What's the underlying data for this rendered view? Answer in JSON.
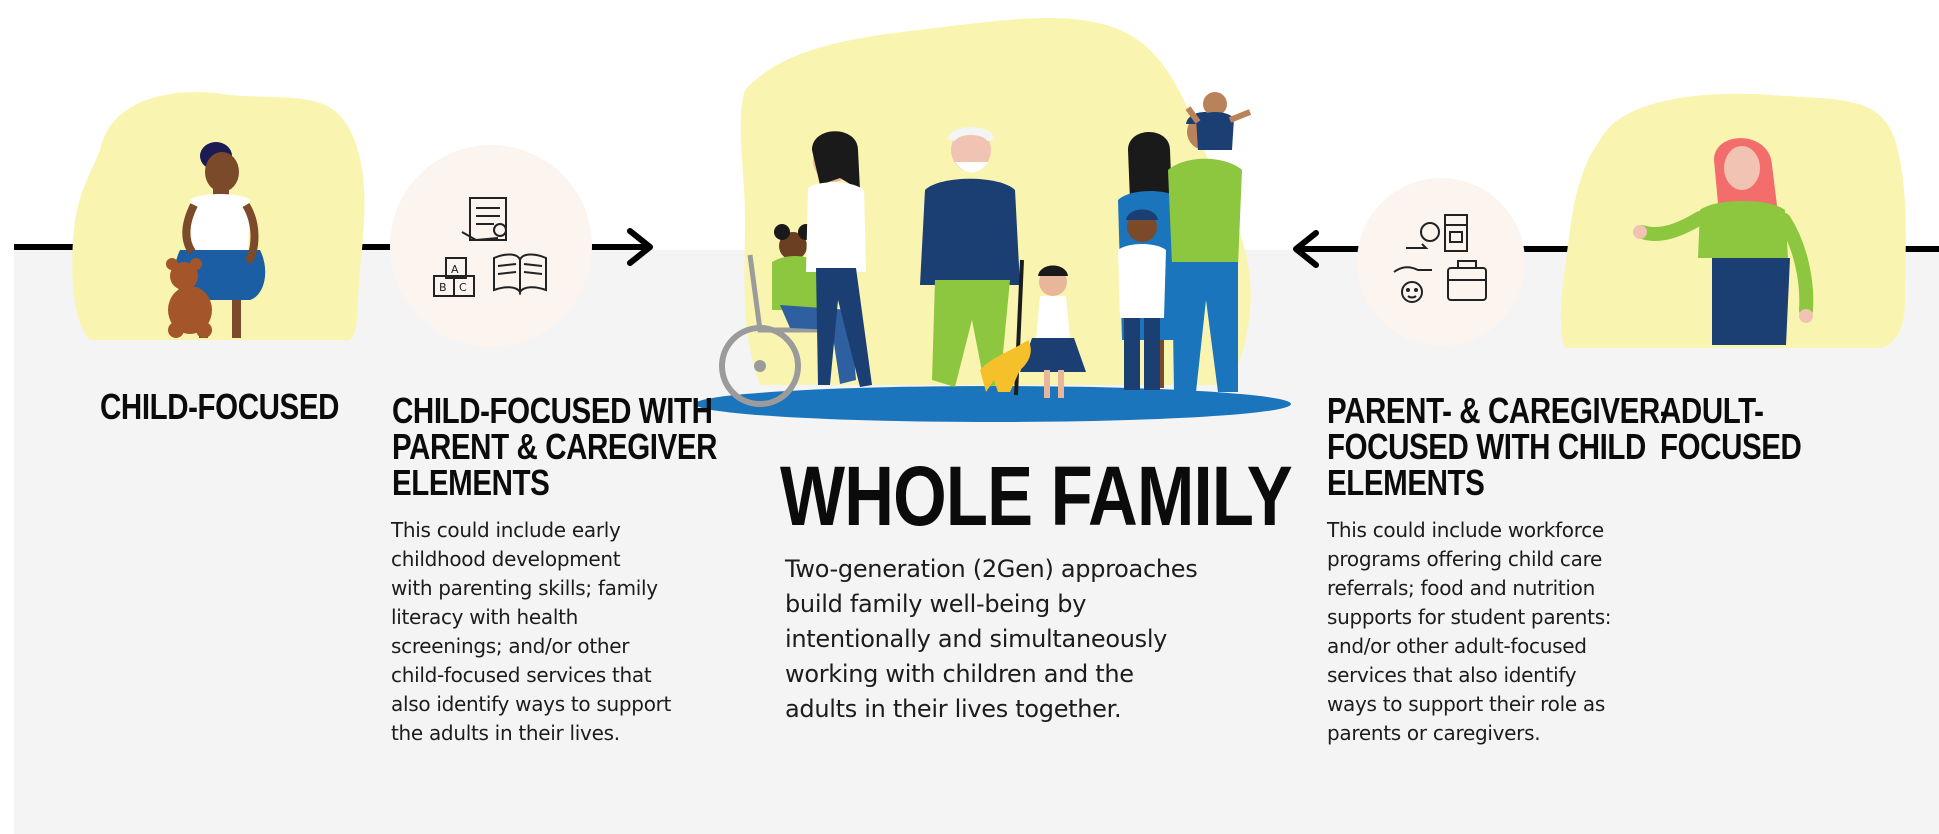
{
  "sections": {
    "child_focused": {
      "title": "CHILD-FOCUSED"
    },
    "child_focused_with_parent": {
      "title_lines": [
        "CHILD-FOCUSED WITH",
        "PARENT & CAREGIVER",
        "ELEMENTS"
      ],
      "body_lines": [
        "This could include early",
        "childhood development",
        "with parenting skills; family",
        "literacy with health",
        "screenings; and/or other",
        "child-focused services that",
        "also identify ways to support",
        "the adults in their lives."
      ]
    },
    "whole_family": {
      "title": "WHOLE FAMILY",
      "body_lines": [
        "Two-generation (2Gen) approaches",
        "build family well-being by",
        "intentionally and simultaneously",
        "working with children and the",
        "adults in their lives together."
      ]
    },
    "parent_focused_with_child": {
      "title_lines": [
        "PARENT- & CAREGIVER-",
        "FOCUSED WITH CHILD",
        "ELEMENTS"
      ],
      "body_lines": [
        "This could include workforce",
        "programs offering child care",
        "referrals; food and nutrition",
        "supports for student parents:",
        "and/or other adult-focused",
        "services that also identify",
        "ways to support their role as",
        "parents or caregivers."
      ]
    },
    "adult_focused": {
      "title": "ADULT-FOCUSED"
    }
  },
  "icons": {
    "left_circle": [
      "checklist-icon",
      "abc-blocks-icon",
      "open-book-icon"
    ],
    "right_circle": [
      "groceries-icon",
      "briefcase-icon",
      "child-care-hand-icon"
    ]
  },
  "colors": {
    "blob_yellow": "#f9f5b1",
    "circle_cream": "#fbf4ef",
    "panel_gray": "#f4f4f4",
    "accent_green": "#8dc63f",
    "accent_navy": "#1c3f73",
    "accent_blue": "#1b75bc",
    "text_black": "#0b0b0b"
  }
}
